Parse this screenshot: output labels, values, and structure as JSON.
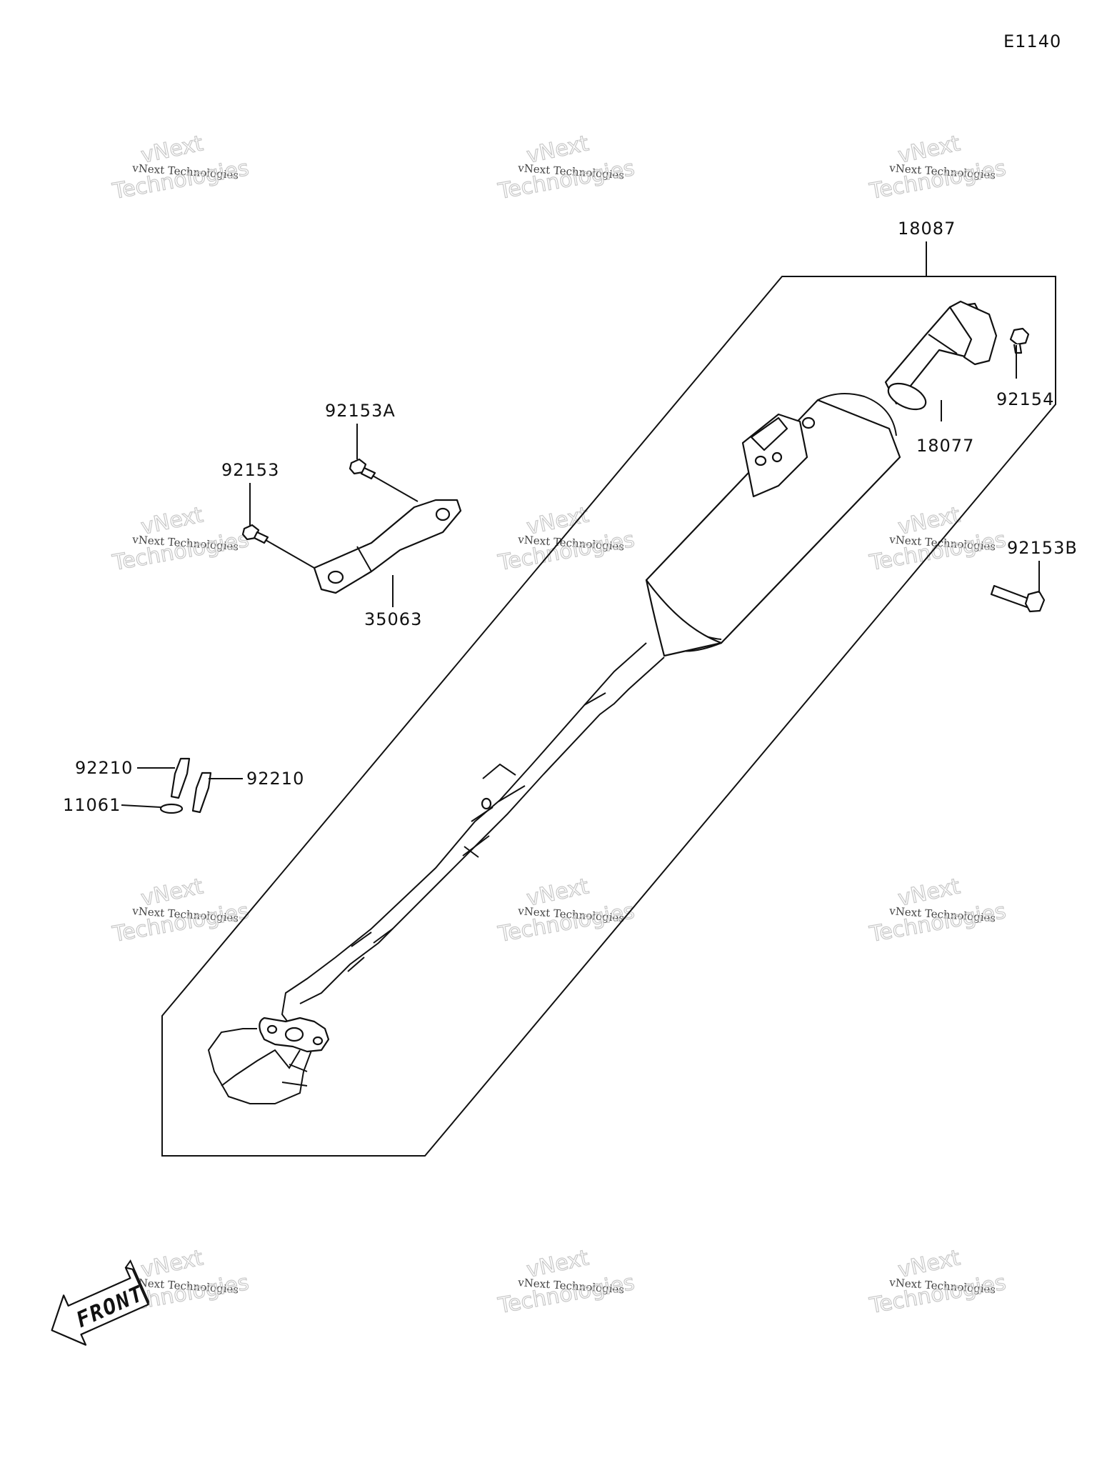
{
  "diagram_code": "E1140",
  "labels": {
    "p18087": "18087",
    "p92154": "92154",
    "p18077": "18077",
    "p92153A": "92153A",
    "p92153": "92153",
    "p35063": "35063",
    "p92153B": "92153B",
    "p92210a": "92210",
    "p92210b": "92210",
    "p11061": "11061"
  },
  "front_arrow": "FRONT",
  "watermark": {
    "line1": "vNext Technologies",
    "line2": "vNext",
    "line3": "Technologies"
  }
}
